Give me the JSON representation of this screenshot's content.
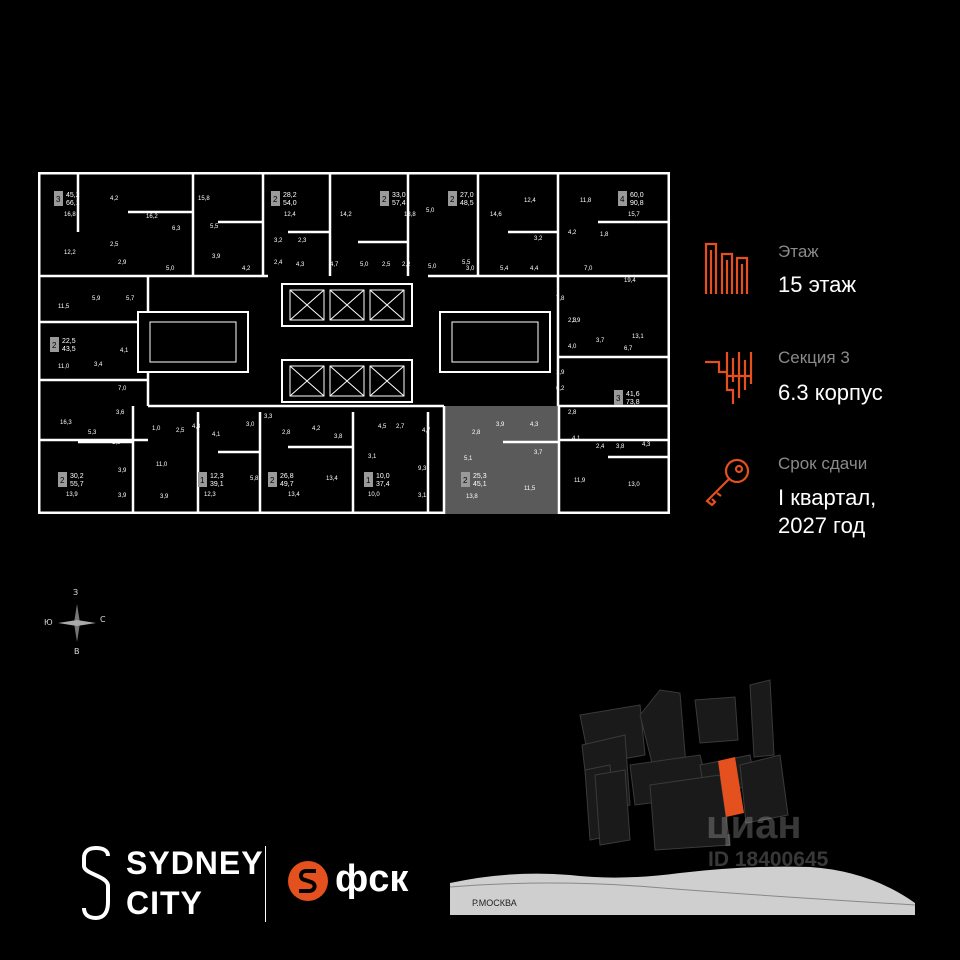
{
  "info": {
    "floor": {
      "label": "Этаж",
      "value": "15 этаж"
    },
    "section": {
      "label": "Секция 3",
      "value": "6.3 корпус"
    },
    "deadline": {
      "label": "Срок сдачи",
      "value_line1": "I квартал,",
      "value_line2": "2027 год"
    }
  },
  "colors": {
    "accent": "#e4501e",
    "highlight_unit": "#5a5a5a",
    "background": "#000000"
  },
  "compass": {
    "north": "З",
    "south": "В",
    "west": "Ю",
    "east": "С"
  },
  "brands": {
    "sydney_line1": "SYDNEY",
    "sydney_line2": "CITY",
    "fsk": "фск"
  },
  "map": {
    "river_label": "Р.МОСКВА"
  },
  "watermark": {
    "brand": "циан",
    "id": "ID 18400645"
  },
  "plan": {
    "units_top": [
      {
        "rooms": "3",
        "a": "45,2",
        "b": "66,1"
      },
      {
        "rooms": "2",
        "a": "28,2",
        "b": "54,0"
      },
      {
        "rooms": "2",
        "a": "33,0",
        "b": "57,4"
      },
      {
        "rooms": "2",
        "a": "27,0",
        "b": "48,5"
      },
      {
        "rooms": "4",
        "a": "60,0",
        "b": "90,8"
      }
    ],
    "units_side": [
      {
        "rooms": "2",
        "a": "22,5",
        "b": "43,5"
      },
      {
        "rooms": "3",
        "a": "41,6",
        "b": "73,8"
      }
    ],
    "units_bottom": [
      {
        "rooms": "2",
        "a": "30,2",
        "b": "55,7"
      },
      {
        "rooms": "1",
        "a": "12,3",
        "b": "39,1"
      },
      {
        "rooms": "2",
        "a": "26,8",
        "b": "49,7"
      },
      {
        "rooms": "1",
        "a": "10,0",
        "b": "37,4"
      },
      {
        "rooms": "2",
        "a": "25,3",
        "b": "45,1"
      }
    ],
    "room_areas": [
      "16,8",
      "4,2",
      "16,2",
      "6,3",
      "15,8",
      "5,5",
      "12,4",
      "14,2",
      "18,8",
      "5,0",
      "14,6",
      "12,4",
      "11,8",
      "1,8",
      "15,7",
      "12,2",
      "2,5",
      "2,9",
      "5,0",
      "3,9",
      "4,2",
      "3,2",
      "2,3",
      "2,4",
      "4,3",
      "4,7",
      "5,0",
      "2,5",
      "2,2",
      "5,0",
      "5,5",
      "3,0",
      "5,4",
      "3,2",
      "4,4",
      "4,2",
      "7,0",
      "19,4",
      "11,5",
      "5,9",
      "5,7",
      "7,8",
      "1,9",
      "4,1",
      "2,3",
      "13,1",
      "11,0",
      "3,4",
      "4,0",
      "3,7",
      "6,7",
      "7,0",
      "1,9",
      "6,2",
      "16,3",
      "3,6",
      "1,8",
      "1,0",
      "2,5",
      "4,3",
      "4,1",
      "3,3",
      "3,0",
      "2,8",
      "4,2",
      "3,8",
      "4,5",
      "2,7",
      "4,7",
      "3,9",
      "2,8",
      "4,3",
      "2,8",
      "5,3",
      "3,9",
      "11,0",
      "5,8",
      "3,1",
      "9,3",
      "3,7",
      "5,1",
      "4,1",
      "2,4",
      "3,8",
      "4,3",
      "13,4",
      "11,5",
      "11,9",
      "13,0",
      "3,9",
      "3,1"
    ],
    "room_areas_bottom": [
      "13,9",
      "3,9",
      "12,3",
      "13,4",
      "10,0",
      "13,8"
    ]
  }
}
